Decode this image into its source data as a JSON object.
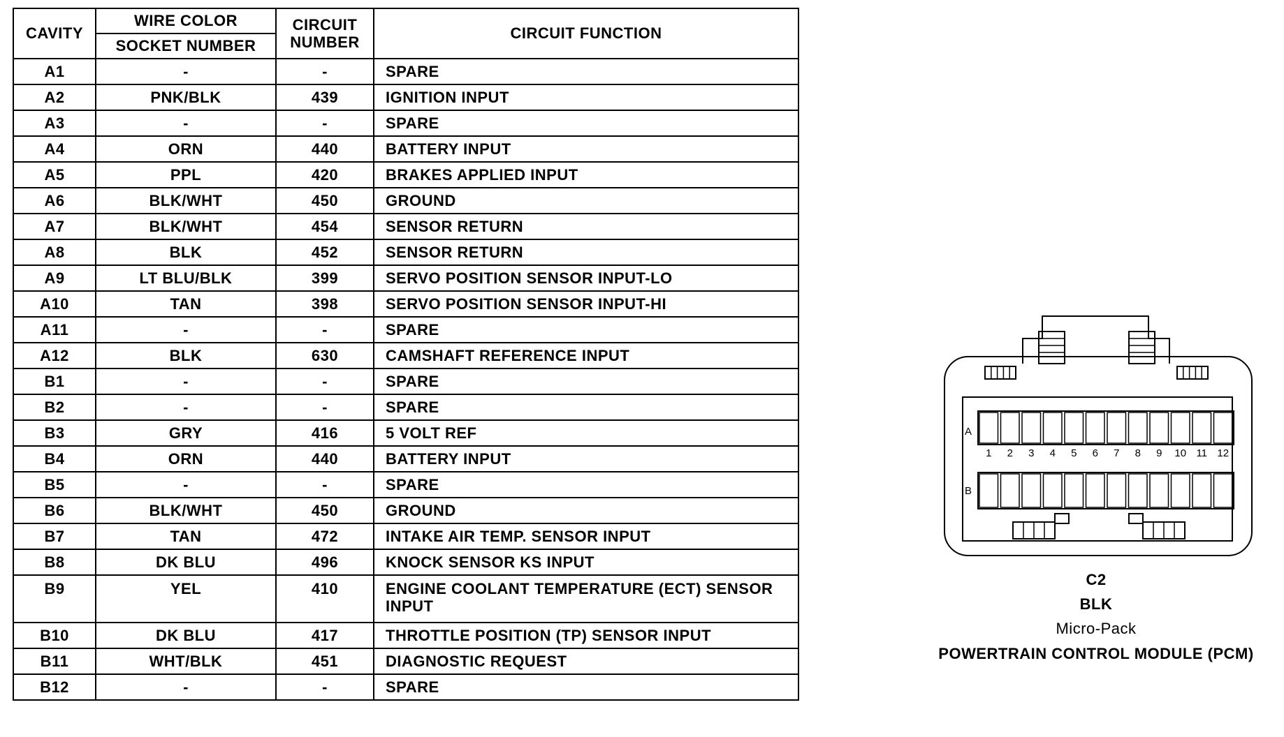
{
  "table": {
    "headers": {
      "cavity": "CAVITY",
      "wire_color": "WIRE COLOR",
      "socket_number": "SOCKET NUMBER",
      "circuit_number": "CIRCUIT NUMBER",
      "circuit_function": "CIRCUIT FUNCTION"
    },
    "rows": [
      {
        "cavity": "A1",
        "wire": "-",
        "circuit": "-",
        "function": "SPARE"
      },
      {
        "cavity": "A2",
        "wire": "PNK/BLK",
        "circuit": "439",
        "function": "IGNITION INPUT"
      },
      {
        "cavity": "A3",
        "wire": "-",
        "circuit": "-",
        "function": "SPARE"
      },
      {
        "cavity": "A4",
        "wire": "ORN",
        "circuit": "440",
        "function": "BATTERY INPUT"
      },
      {
        "cavity": "A5",
        "wire": "PPL",
        "circuit": "420",
        "function": "BRAKES APPLIED INPUT"
      },
      {
        "cavity": "A6",
        "wire": "BLK/WHT",
        "circuit": "450",
        "function": "GROUND"
      },
      {
        "cavity": "A7",
        "wire": "BLK/WHT",
        "circuit": "454",
        "function": "SENSOR RETURN"
      },
      {
        "cavity": "A8",
        "wire": "BLK",
        "circuit": "452",
        "function": "SENSOR RETURN"
      },
      {
        "cavity": "A9",
        "wire": "LT BLU/BLK",
        "circuit": "399",
        "function": "SERVO POSITION SENSOR INPUT-LO"
      },
      {
        "cavity": "A10",
        "wire": "TAN",
        "circuit": "398",
        "function": "SERVO POSITION SENSOR INPUT-HI"
      },
      {
        "cavity": "A11",
        "wire": "-",
        "circuit": "-",
        "function": "SPARE"
      },
      {
        "cavity": "A12",
        "wire": "BLK",
        "circuit": "630",
        "function": "CAMSHAFT REFERENCE INPUT"
      },
      {
        "cavity": "B1",
        "wire": "-",
        "circuit": "-",
        "function": "SPARE"
      },
      {
        "cavity": "B2",
        "wire": "-",
        "circuit": "-",
        "function": "SPARE"
      },
      {
        "cavity": "B3",
        "wire": "GRY",
        "circuit": "416",
        "function": "5 VOLT REF"
      },
      {
        "cavity": "B4",
        "wire": "ORN",
        "circuit": "440",
        "function": "BATTERY INPUT"
      },
      {
        "cavity": "B5",
        "wire": "-",
        "circuit": "-",
        "function": "SPARE"
      },
      {
        "cavity": "B6",
        "wire": "BLK/WHT",
        "circuit": "450",
        "function": "GROUND"
      },
      {
        "cavity": "B7",
        "wire": "TAN",
        "circuit": "472",
        "function": "INTAKE AIR TEMP. SENSOR INPUT"
      },
      {
        "cavity": "B8",
        "wire": "DK BLU",
        "circuit": "496",
        "function": "KNOCK SENSOR KS INPUT"
      },
      {
        "cavity": "B9",
        "wire": "YEL",
        "circuit": "410",
        "function": "ENGINE COOLANT TEMPERATURE (ECT) SENSOR INPUT"
      },
      {
        "cavity": "B10",
        "wire": "DK BLU",
        "circuit": "417",
        "function": "THROTTLE POSITION (TP) SENSOR INPUT"
      },
      {
        "cavity": "B11",
        "wire": "WHT/BLK",
        "circuit": "451",
        "function": "DIAGNOSTIC REQUEST"
      },
      {
        "cavity": "B12",
        "wire": "-",
        "circuit": "-",
        "function": "SPARE"
      }
    ]
  },
  "connector": {
    "row_a_label": "A",
    "row_b_label": "B",
    "pin_numbers": [
      "1",
      "2",
      "3",
      "4",
      "5",
      "6",
      "7",
      "8",
      "9",
      "10",
      "11",
      "12"
    ],
    "id": "C2",
    "color": "BLK",
    "type": "Micro-Pack",
    "module": "POWERTRAIN CONTROL MODULE (PCM)"
  }
}
